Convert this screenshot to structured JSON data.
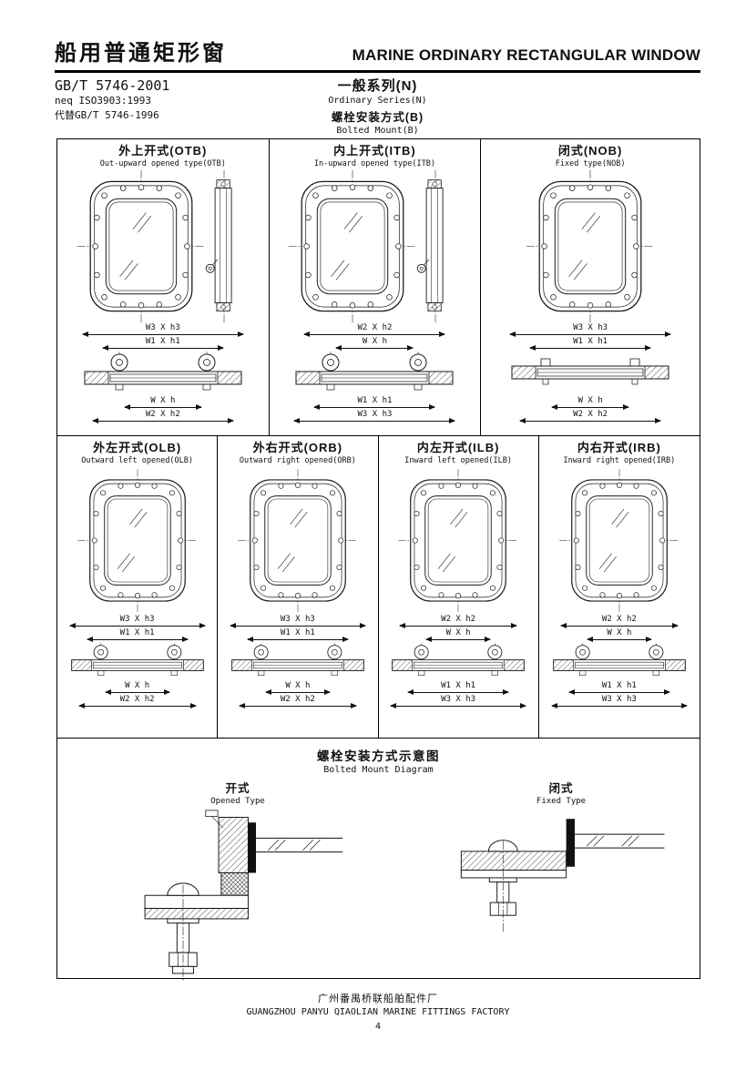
{
  "page": {
    "title_cn": "船用普通矩形窗",
    "title_en": "MARINE ORDINARY RECTANGULAR WINDOW",
    "standard": {
      "code": "GB/T 5746-2001",
      "neq": "neq ISO3903:1993",
      "replaces": "代替GB/T 5746-1996"
    },
    "series": {
      "cn": "一般系列(N)",
      "en": "Ordinary Series(N)",
      "mount_cn": "螺栓安装方式(B)",
      "mount_en": "Bolted Mount(B)"
    }
  },
  "cells": [
    {
      "id": "OTB",
      "title_cn": "外上开式(OTB)",
      "title_en": "Out-upward opened type(OTB)",
      "dims_top": [
        "W3 X h3",
        "W1 X h1"
      ],
      "dims_bottom": [
        "W X h",
        "W2 X h2"
      ]
    },
    {
      "id": "ITB",
      "title_cn": "内上开式(ITB)",
      "title_en": "In-upward opened type(ITB)",
      "dims_top": [
        "W2 X h2",
        "W X h"
      ],
      "dims_bottom": [
        "W1 X h1",
        "W3 X h3"
      ]
    },
    {
      "id": "NOB",
      "title_cn": "闭式(NOB)",
      "title_en": "Fixed type(NOB)",
      "dims_top": [
        "W3 X h3",
        "W1 X h1"
      ],
      "dims_bottom": [
        "W X h",
        "W2 X h2"
      ]
    },
    {
      "id": "OLB",
      "title_cn": "外左开式(OLB)",
      "title_en": "Outward left opened(OLB)",
      "dims_top": [
        "W3 X h3",
        "W1 X h1"
      ],
      "dims_bottom": [
        "W X h",
        "W2 X h2"
      ]
    },
    {
      "id": "ORB",
      "title_cn": "外右开式(ORB)",
      "title_en": "Outward right opened(ORB)",
      "dims_top": [
        "W3 X h3",
        "W1 X h1"
      ],
      "dims_bottom": [
        "W X h",
        "W2 X h2"
      ]
    },
    {
      "id": "ILB",
      "title_cn": "内左开式(ILB)",
      "title_en": "Inward left opened(ILB)",
      "dims_top": [
        "W2 X h2",
        "W X h"
      ],
      "dims_bottom": [
        "W1 X h1",
        "W3 X h3"
      ]
    },
    {
      "id": "IRB",
      "title_cn": "内右开式(IRB)",
      "title_en": "Inward right opened(IRB)",
      "dims_top": [
        "W2 X h2",
        "W X h"
      ],
      "dims_bottom": [
        "W1 X h1",
        "W3 X h3"
      ]
    }
  ],
  "diagram": {
    "title_cn": "螺栓安装方式示意图",
    "title_en": "Bolted Mount Diagram",
    "opened_cn": "开式",
    "opened_en": "Opened Type",
    "fixed_cn": "闭式",
    "fixed_en": "Fixed Type"
  },
  "footer": {
    "factory_cn": "广州番禺桥联船舶配件厂",
    "factory_en": "GUANGZHOU PANYU QIAOLIAN MARINE FITTINGS FACTORY",
    "page_number": "4"
  },
  "colors": {
    "ink": "#111111",
    "paper": "#ffffff"
  }
}
